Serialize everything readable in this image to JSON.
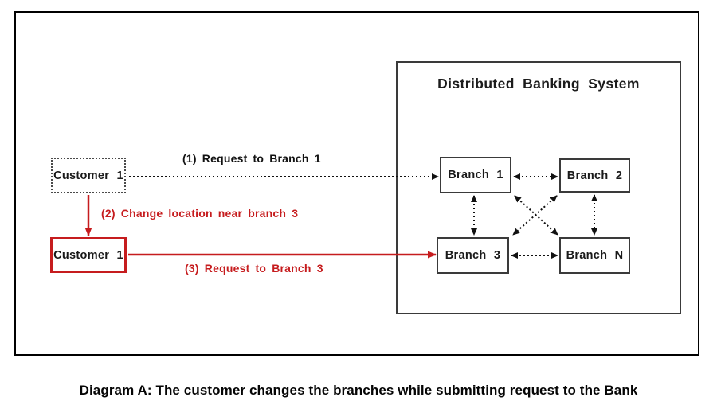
{
  "page": {
    "caption": "Diagram A: The customer changes the branches while submitting request to the Bank"
  },
  "system": {
    "title": "Distributed Banking System",
    "branches": [
      {
        "label": "Branch 1"
      },
      {
        "label": "Branch 2"
      },
      {
        "label": "Branch 3"
      },
      {
        "label": "Branch N"
      }
    ]
  },
  "customers": [
    {
      "label": "Customer 1",
      "border_style": "dotted"
    },
    {
      "label": "Customer 1",
      "border_style": "solid-red"
    }
  ],
  "flows": [
    {
      "step": 1,
      "label": "(1) Request to Branch 1",
      "style": "dotted",
      "color": "#111111",
      "from": "Customer 1",
      "to": "Branch 1"
    },
    {
      "step": 2,
      "label": "(2) Change location near branch 3",
      "style": "solid",
      "color": "#c61c1e",
      "from": "Customer 1",
      "to": "Customer 1"
    },
    {
      "step": 3,
      "label": "(3) Request to Branch 3",
      "style": "solid",
      "color": "#c61c1e",
      "from": "Customer 1",
      "to": "Branch 3"
    }
  ],
  "colors": {
    "accent_red": "#c61c1e",
    "line_black": "#111111",
    "box_border": "#3a3a3a",
    "frame_border": "#000000"
  }
}
